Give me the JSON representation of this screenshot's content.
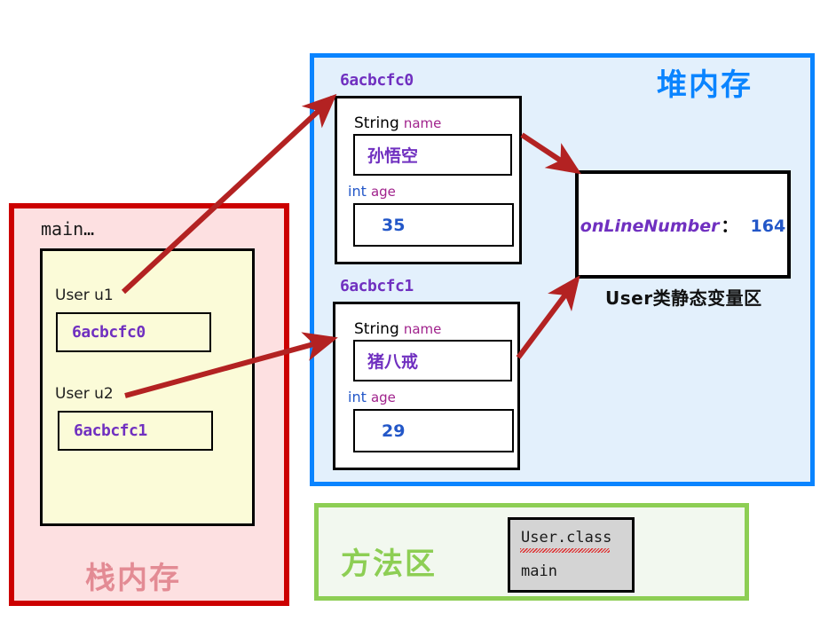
{
  "diagram": {
    "title": "Java memory model: stack, heap, method area",
    "colors": {
      "stack_border": "#cc0000",
      "stack_fill": "#fde0e1",
      "stack_title": "#e38b94",
      "heap_border": "#0a84ff",
      "heap_fill": "#e3f0fc",
      "heap_title": "#0a84ff",
      "method_border": "#8dce54",
      "method_fill": "#f2f8ef",
      "method_title": "#8dce54",
      "frame_fill": "#fbfbd8",
      "address_purple": "#7030c0",
      "field_name_magenta": "#a0228c",
      "int_blue": "#2357c8",
      "arrow_red": "#b32222",
      "class_box_fill": "#d4d4d4"
    }
  },
  "stack": {
    "title": "栈内存",
    "frame_label": "main…",
    "variables": [
      {
        "declaration": "User  u1",
        "value": "6acbcfc0"
      },
      {
        "declaration": "User u2",
        "value": "6acbcfc1"
      }
    ]
  },
  "heap": {
    "title": "堆内存",
    "objects": [
      {
        "address": "6acbcfc0",
        "fields": [
          {
            "type": "String",
            "name": "name",
            "value": "孙悟空"
          },
          {
            "type": "int",
            "name": "age",
            "value": "35"
          }
        ]
      },
      {
        "address": "6acbcfc1",
        "fields": [
          {
            "type": "String",
            "name": "name",
            "value": "猪八戒"
          },
          {
            "type": "int",
            "name": "age",
            "value": "29"
          }
        ]
      }
    ],
    "static_area": {
      "variable": "onLineNumber",
      "separator": "：",
      "value": "164",
      "caption": "User类静态变量区"
    }
  },
  "method_area": {
    "title": "方法区",
    "class_box": {
      "class_name": "User.class",
      "member": "main"
    }
  }
}
